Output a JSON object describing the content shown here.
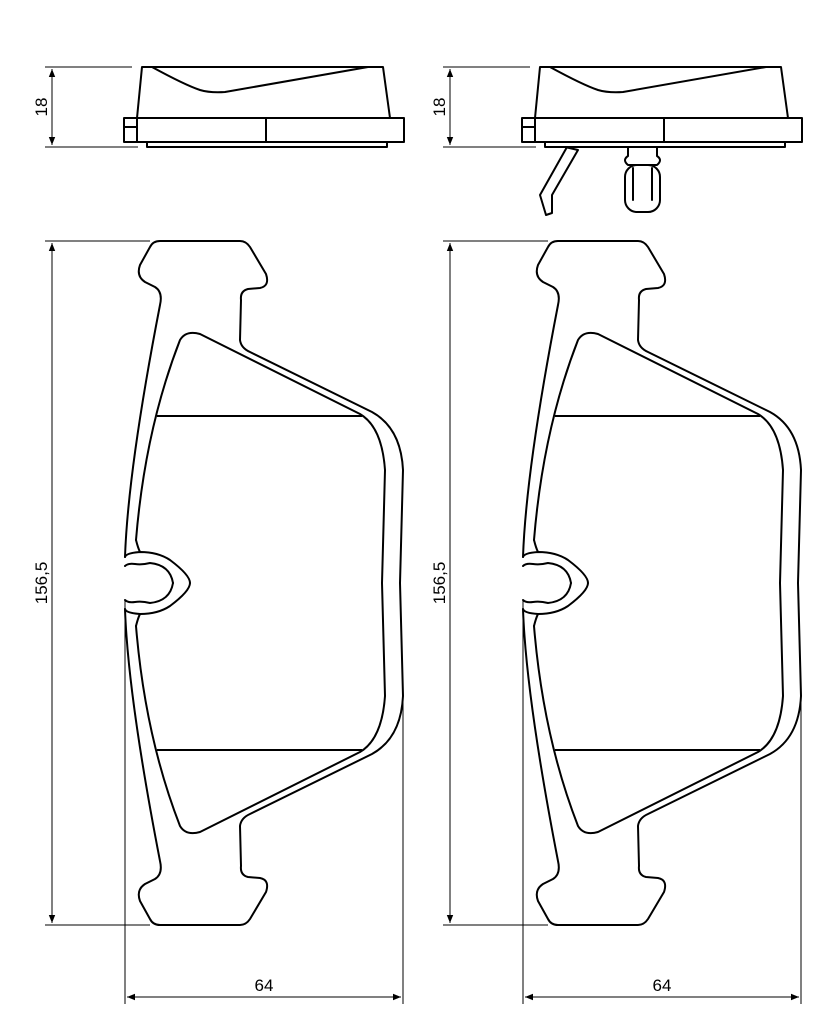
{
  "left_drawing": {
    "height_label": "18",
    "length_label": "156,5",
    "width_label": "64"
  },
  "right_drawing": {
    "height_label": "18",
    "length_label": "156,5",
    "width_label": "64"
  }
}
